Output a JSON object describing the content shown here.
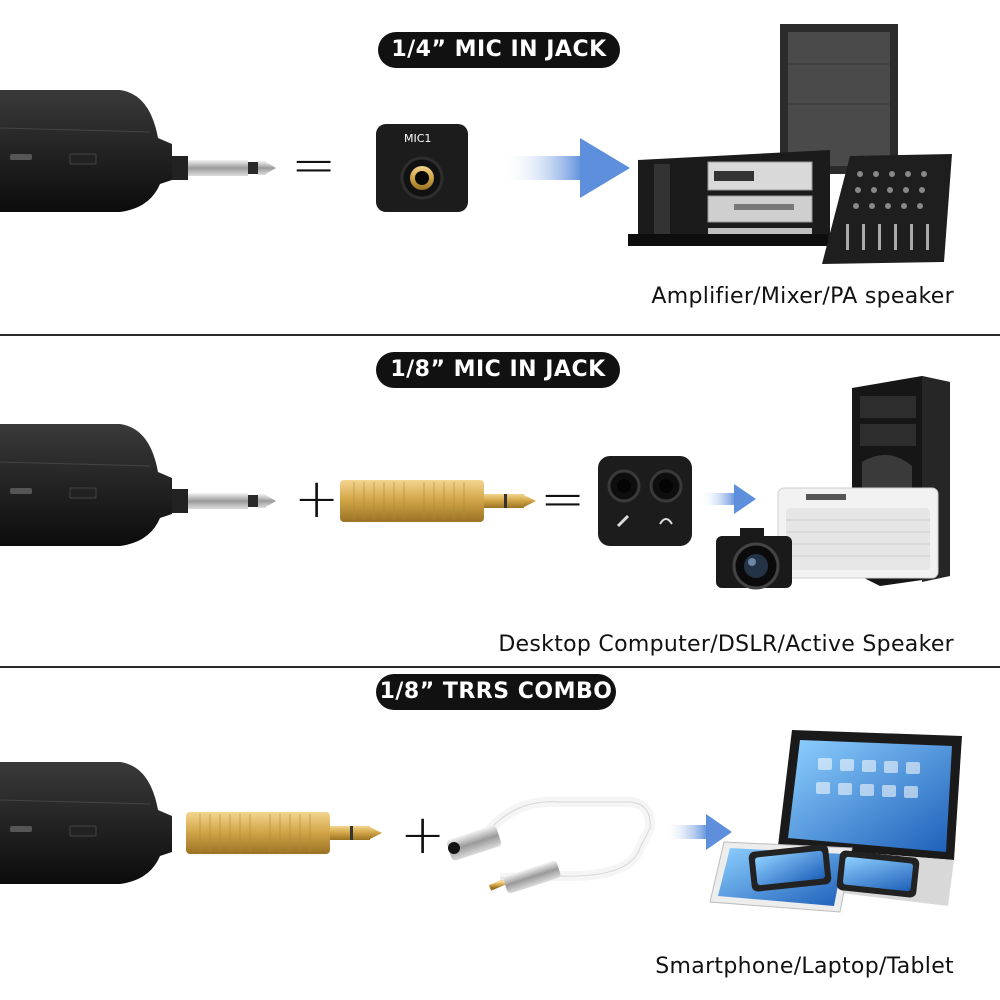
{
  "sections": [
    {
      "title": "1/4”  MIC IN JACK",
      "jack_label": "MIC1",
      "operator": "=",
      "caption": "Amplifier/Mixer/PA speaker"
    },
    {
      "title": "1/8”  MIC IN JACK",
      "operator_plus": "+",
      "operator_equals": "=",
      "caption": "Desktop Computer/DSLR/Active Speaker"
    },
    {
      "title": "1/8”  TRRS COMBO",
      "operator_plus": "+",
      "caption": "Smartphone/Laptop/Tablet"
    }
  ],
  "colors": {
    "pill": "#111111",
    "arrow": "#6f9fe0",
    "gold": "#d4a84a",
    "divider": "#2a2a2a"
  },
  "icons": [
    "receiver-icon",
    "quarter-inch-plug-icon",
    "mic-jack-icon",
    "arrow-right-icon",
    "amplifier-mixer-icon",
    "gold-adapter-icon",
    "dual-jack-icon",
    "computer-tower-icon",
    "speaker-icon",
    "camera-icon",
    "trrs-cable-icon",
    "laptop-icon",
    "tablet-icon",
    "smartphone-icon"
  ]
}
